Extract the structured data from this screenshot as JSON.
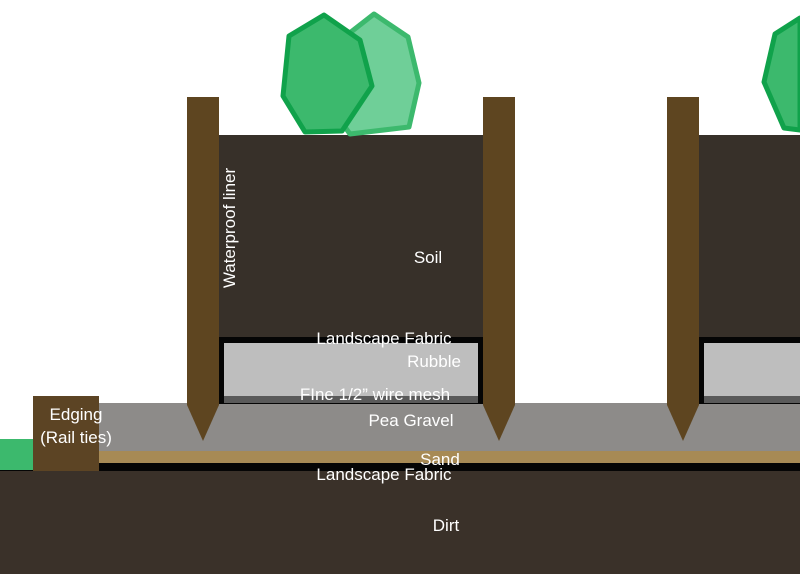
{
  "colors": {
    "dirt": "#3a3129",
    "soil": "#373029",
    "landscape_fabric": "#050505",
    "sand": "#a78a55",
    "pea_gravel": "#8d8b89",
    "rubble": "#bebebe",
    "wire_mesh": "#5a5a5a",
    "post_wood": "#5e4520",
    "rail_tie": "#5c4424",
    "grass": "#3cb96d",
    "tree_dark": "#3cb96d",
    "tree_dark_outline": "#10a24b",
    "tree_light": "#6fcf98",
    "tree_light_outline": "#3cb96d",
    "label_text": "#ffffff"
  },
  "labels": {
    "waterproof_liner": "Waterproof liner",
    "soil": "Soil",
    "landscape_fabric_bed": "Landscape Fabric",
    "rubble": "Rubble",
    "wire_mesh": "FIne 1/2” wire mesh",
    "pea_gravel": "Pea Gravel",
    "sand": "Sand",
    "landscape_fabric_ground": "Landscape Fabric",
    "dirt": "Dirt",
    "edging_line1": "Edging",
    "edging_line2": "(Rail ties)"
  }
}
